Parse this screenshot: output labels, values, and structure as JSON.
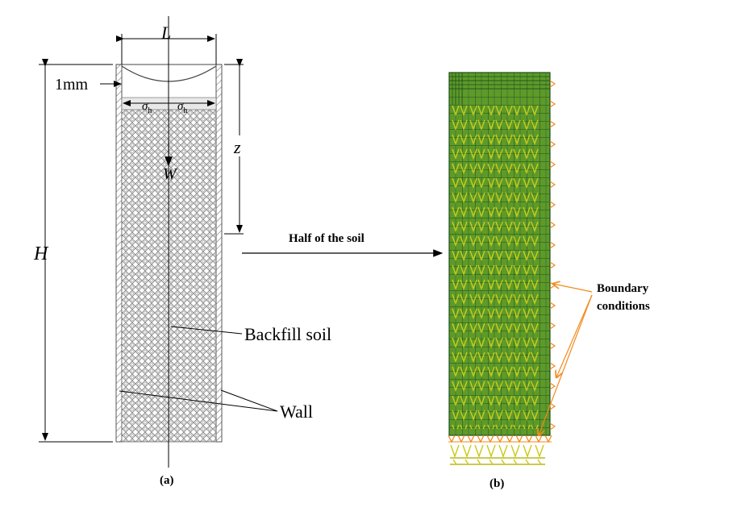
{
  "panel_a": {
    "caption": "(a)",
    "labels": {
      "width": "L",
      "height": "H",
      "depth": "z",
      "gap": "1mm",
      "weight": "W",
      "stress_symbol": "σ",
      "stress_subscript": "h",
      "backfill": "Backfill soil",
      "wall": "Wall"
    }
  },
  "panel_b": {
    "caption": "(b)",
    "boundary_label_line1": "Boundary",
    "boundary_label_line2": "conditions"
  },
  "arrow_label": "Half of the soil",
  "colors": {
    "soil_mesh": "#5e9a2a",
    "mesh_lines": "#1d4d1a",
    "boundary_symbols": "#f28a1e",
    "load_symbols": "#d8d81a",
    "hatch": "#777777"
  }
}
